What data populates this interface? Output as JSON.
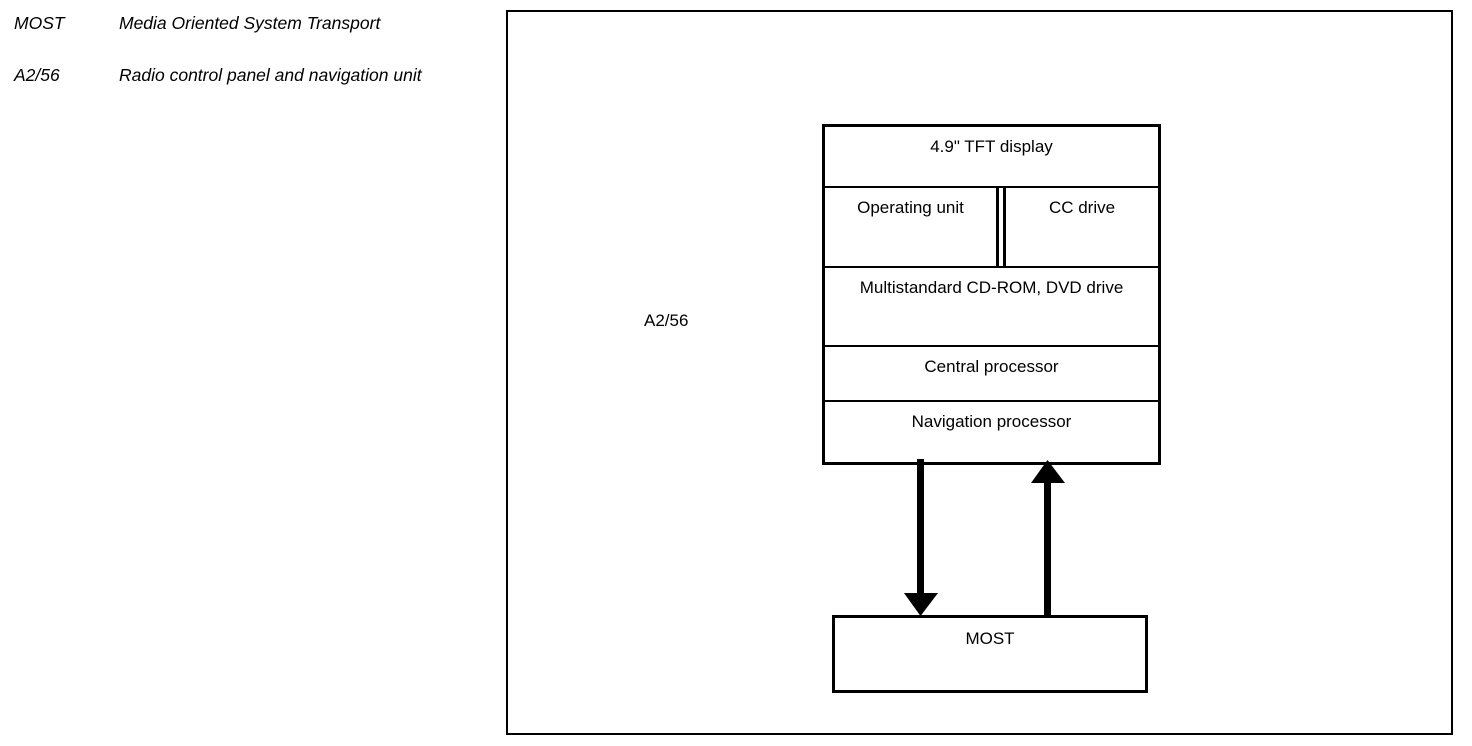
{
  "legend": {
    "entries": [
      {
        "term": "MOST",
        "definition": "Media Oriented System Transport"
      },
      {
        "term": "A2/56",
        "definition": "Radio control panel and navigation unit"
      }
    ]
  },
  "diagram": {
    "unit_caption": "A2/56",
    "unit_stack": {
      "rows": [
        {
          "label": "4.9\" TFT display"
        },
        {
          "label_left": "Operating unit",
          "label_right": "CC drive"
        },
        {
          "label": "Multistandard CD-ROM, DVD drive"
        },
        {
          "label": "Central processor"
        },
        {
          "label": "Navigation processor"
        }
      ]
    },
    "bus": {
      "label": "MOST"
    },
    "connections": [
      {
        "name": "unit-to-bus",
        "direction": "down"
      },
      {
        "name": "bus-to-unit",
        "direction": "up"
      }
    ],
    "colors": {
      "line": "#000000",
      "background": "#ffffff",
      "text": "#000000"
    }
  }
}
